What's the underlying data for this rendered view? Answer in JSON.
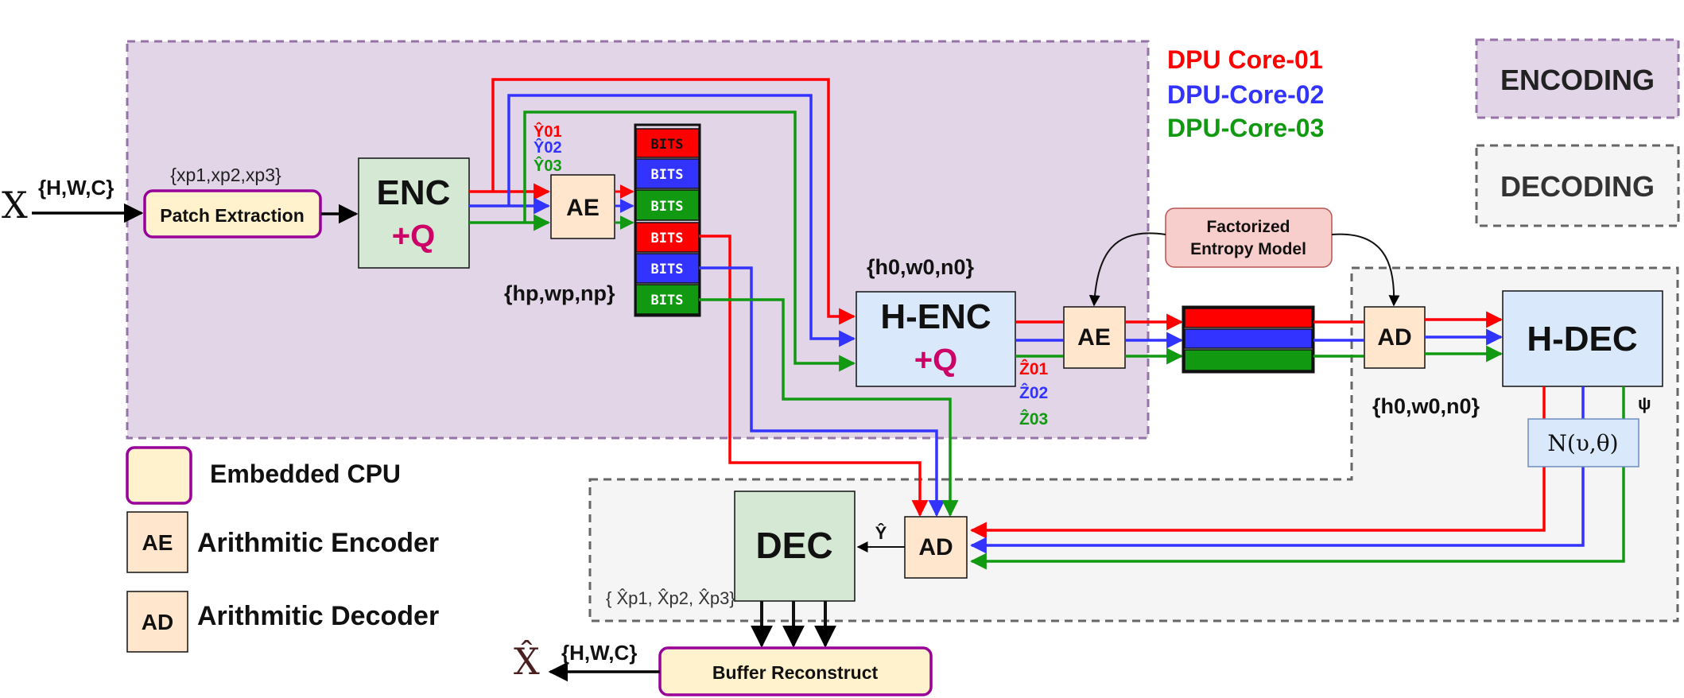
{
  "colors": {
    "core1": "#ff0000",
    "core2": "#3333ff",
    "core3": "#119911",
    "cpu_fill": "#fff2cc",
    "cpu_border": "#990099",
    "coder_fill": "#ffe6cc",
    "enc_fill": "#d5e8d4",
    "henc_fill": "#dae8fc",
    "entropy_fill": "#f8cecc",
    "encoding_region": "#e1d5e7",
    "decoding_region": "#f5f5f5",
    "plus_q": "#cc0066"
  },
  "legend": {
    "core1": "DPU Core-01",
    "core2": "DPU-Core-02",
    "core3": "DPU-Core-03",
    "encoding": "ENCODING",
    "decoding": "DECODING",
    "embedded_cpu": "Embedded CPU",
    "ae_box": "AE",
    "ae_desc": "Arithmitic Encoder",
    "ad_box": "AD",
    "ad_desc": "Arithmitic Decoder"
  },
  "input": {
    "symbol": "X",
    "dims": "{H,W,C}",
    "patch_label": "Patch Extraction",
    "patch_vars": "{xp1,xp2,xp3}"
  },
  "enc": {
    "title": "ENC",
    "q": "+Q"
  },
  "ae_main": "AE",
  "latents": {
    "y1": "Ŷ01",
    "y2": "Ŷ02",
    "y3": "Ŷ03"
  },
  "bits": [
    "BITS",
    "BITS",
    "BITS",
    "BITS",
    "BITS",
    "BITS"
  ],
  "hp_label": "{hp,wp,np}",
  "h0_label_top": "{h0,w0,n0}",
  "henc": {
    "title": "H-ENC",
    "q": "+Q"
  },
  "z_latents": {
    "z1": "Ẑ01",
    "z2": "Ẑ02",
    "z3": "Ẑ03"
  },
  "ae_hyper": "AE",
  "entropy_model": {
    "line1": "Factorized",
    "line2": "Entropy Model"
  },
  "ad_hyper": "AD",
  "hdec": {
    "title": "H-DEC",
    "psi": "ψ"
  },
  "h0_label_bottom": "{h0,w0,n0}",
  "gauss": "N(υ,θ)",
  "dec": {
    "title": "DEC",
    "yhat": "Ŷ"
  },
  "ad_main": "AD",
  "xhat_vars": "{ X̂p1, X̂p2, X̂p3}",
  "buffer": "Buffer Reconstruct",
  "output": {
    "symbol": "X̂",
    "dims": "{H,W,C}"
  }
}
